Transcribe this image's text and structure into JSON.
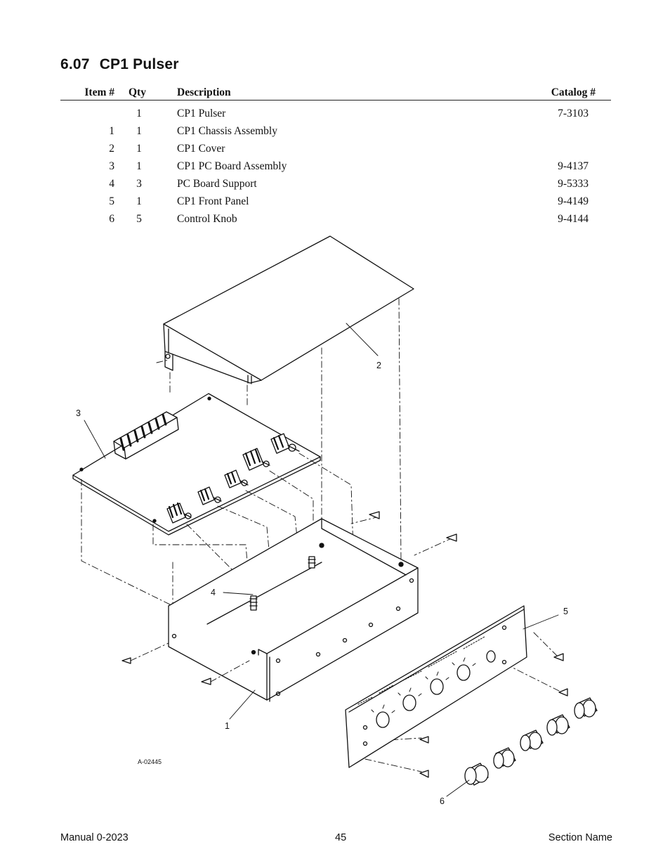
{
  "section": {
    "number": "6.07",
    "title": "CP1 Pulser"
  },
  "table": {
    "headers": {
      "item": "Item #",
      "qty": "Qty",
      "description": "Description",
      "catalog": "Catalog #"
    },
    "rows": [
      {
        "item": "",
        "qty": "1",
        "description": "CP1 Pulser",
        "catalog": "7-3103"
      },
      {
        "item": "1",
        "qty": "1",
        "description": "CP1 Chassis Assembly",
        "catalog": ""
      },
      {
        "item": "2",
        "qty": "1",
        "description": "CP1 Cover",
        "catalog": ""
      },
      {
        "item": "3",
        "qty": "1",
        "description": "CP1 PC Board Assembly",
        "catalog": "9-4137"
      },
      {
        "item": "4",
        "qty": "3",
        "description": "PC Board Support",
        "catalog": "9-5333"
      },
      {
        "item": "5",
        "qty": "1",
        "description": "CP1 Front Panel",
        "catalog": "9-4149"
      },
      {
        "item": "6",
        "qty": "5",
        "description": "Control Knob",
        "catalog": "9-4144"
      }
    ]
  },
  "diagram": {
    "callouts": [
      "1",
      "2",
      "3",
      "4",
      "5",
      "6"
    ],
    "drawing_number": "A-02445"
  },
  "footer": {
    "left": "Manual 0-2023",
    "center": "45",
    "right": "Section Name"
  }
}
